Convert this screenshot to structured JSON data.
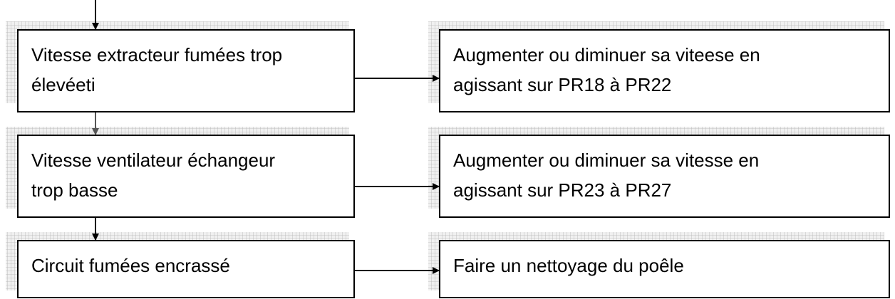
{
  "flowchart": {
    "causes": [
      {
        "lines": [
          "Vitesse extracteur fumées trop",
          "élevéeti"
        ]
      },
      {
        "lines": [
          "Vitesse ventilateur échangeur",
          "trop basse"
        ]
      },
      {
        "lines": [
          "Circuit fumées encrassé"
        ]
      }
    ],
    "remedies": [
      {
        "lines": [
          "Augmenter ou diminuer sa viteese en",
          "agissant sur PR18 à PR22"
        ]
      },
      {
        "lines": [
          "Augmenter ou diminuer sa vitesse en",
          "agissant sur PR23 à PR27"
        ]
      },
      {
        "lines": [
          "Faire un nettoyage du poêle"
        ]
      }
    ]
  }
}
